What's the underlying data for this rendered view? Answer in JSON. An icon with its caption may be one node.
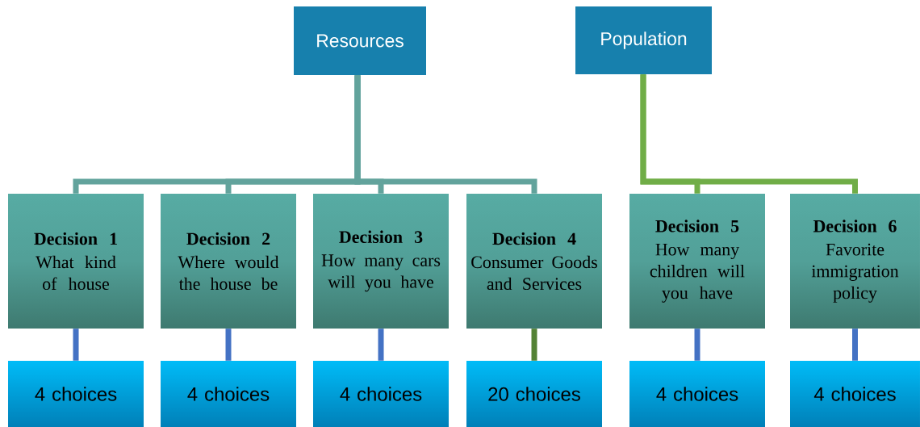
{
  "diagram": {
    "nodes": [
      {
        "text": [
          "Resources"
        ]
      },
      {
        "text": [
          "Population"
        ]
      },
      {
        "text": [
          "Decision 1",
          "What kind of house"
        ]
      },
      {
        "text": [
          "Decision 2",
          "Where would the house be"
        ]
      },
      {
        "text": [
          "Decision 3",
          "How many cars will you have"
        ]
      },
      {
        "text": [
          "Decision 4",
          "Consumer Goods and Services"
        ]
      },
      {
        "text": [
          "Decision 5",
          "How many children will you have"
        ]
      },
      {
        "text": [
          "Decision 6",
          "Favorite immigration policy"
        ]
      },
      {
        "text": [
          "4 choices"
        ]
      },
      {
        "text": [
          "4 choices"
        ]
      },
      {
        "text": [
          "4 choices"
        ]
      },
      {
        "text": [
          "20 choices"
        ]
      },
      {
        "text": [
          "4 choices"
        ]
      },
      {
        "text": [
          "4 choices"
        ]
      }
    ],
    "edges": [
      {
        "from": 0,
        "to": 2,
        "arrow": "none",
        "color": "#62a39c"
      },
      {
        "from": 0,
        "to": 3,
        "arrow": "none",
        "color": "#62a39c"
      },
      {
        "from": 0,
        "to": 4,
        "arrow": "none",
        "color": "#62a39c"
      },
      {
        "from": 0,
        "to": 5,
        "arrow": "none",
        "color": "#62a39c"
      },
      {
        "from": 1,
        "to": 6,
        "arrow": "none",
        "color": "#70ad47"
      },
      {
        "from": 1,
        "to": 7,
        "arrow": "none",
        "color": "#70ad47"
      },
      {
        "from": 2,
        "to": 8,
        "arrow": "none"
      },
      {
        "from": 3,
        "to": 9,
        "arrow": "none"
      },
      {
        "from": 4,
        "to": 10,
        "arrow": "none"
      },
      {
        "from": 5,
        "to": 11,
        "arrow": "none",
        "color": "#548235"
      },
      {
        "from": 6,
        "to": 12,
        "arrow": "none"
      },
      {
        "from": 7,
        "to": 13,
        "arrow": "none"
      }
    ]
  }
}
